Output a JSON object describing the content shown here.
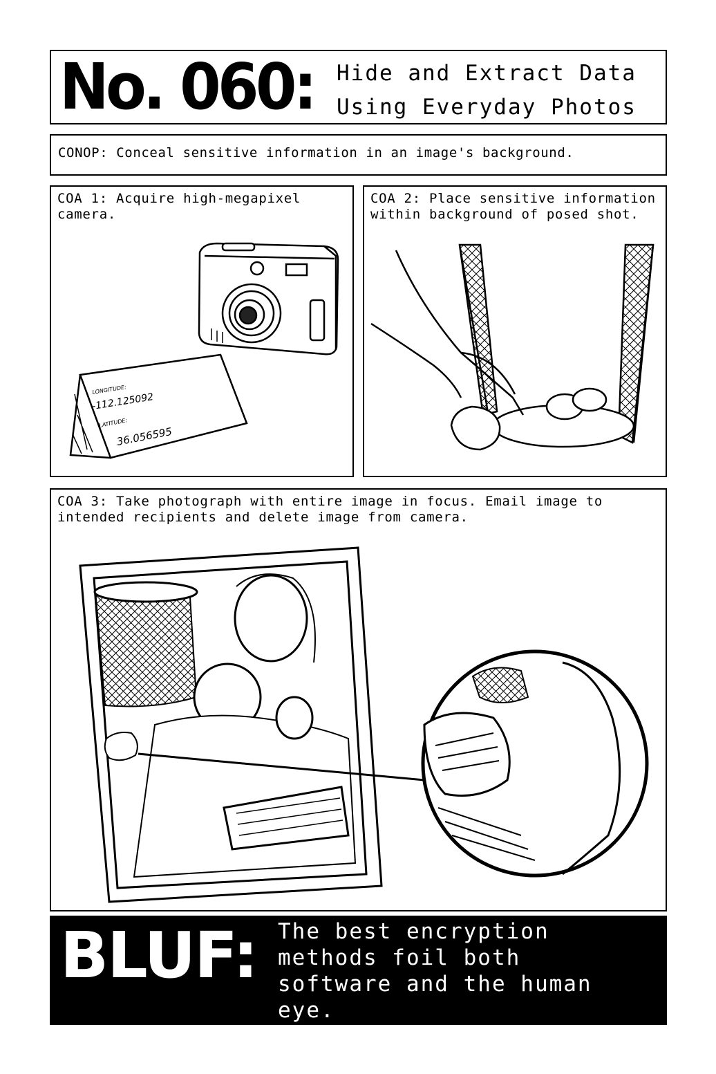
{
  "title": {
    "number": "No. 060:",
    "subtitle_line1": "Hide and Extract Data",
    "subtitle_line2": "Using Everyday Photos"
  },
  "conop": "CONOP: Conceal sensitive information in an image's background.",
  "panels": {
    "coa1": {
      "caption": "COA 1: Acquire high-megapixel camera.",
      "card": {
        "longitude_label": "LONGITUDE:",
        "longitude_value": "-112.125092",
        "latitude_label": "LATITUDE:",
        "latitude_value": "36.056595"
      }
    },
    "coa2": {
      "caption": "COA 2: Place sensitive information within background of posed shot."
    },
    "coa3": {
      "caption": "COA 3: Take photograph with entire image in focus. Email image to intended recipients and delete image from camera."
    }
  },
  "bluf": {
    "label": "BLUF:",
    "text": "The best encryption methods foil both software and the human eye."
  }
}
